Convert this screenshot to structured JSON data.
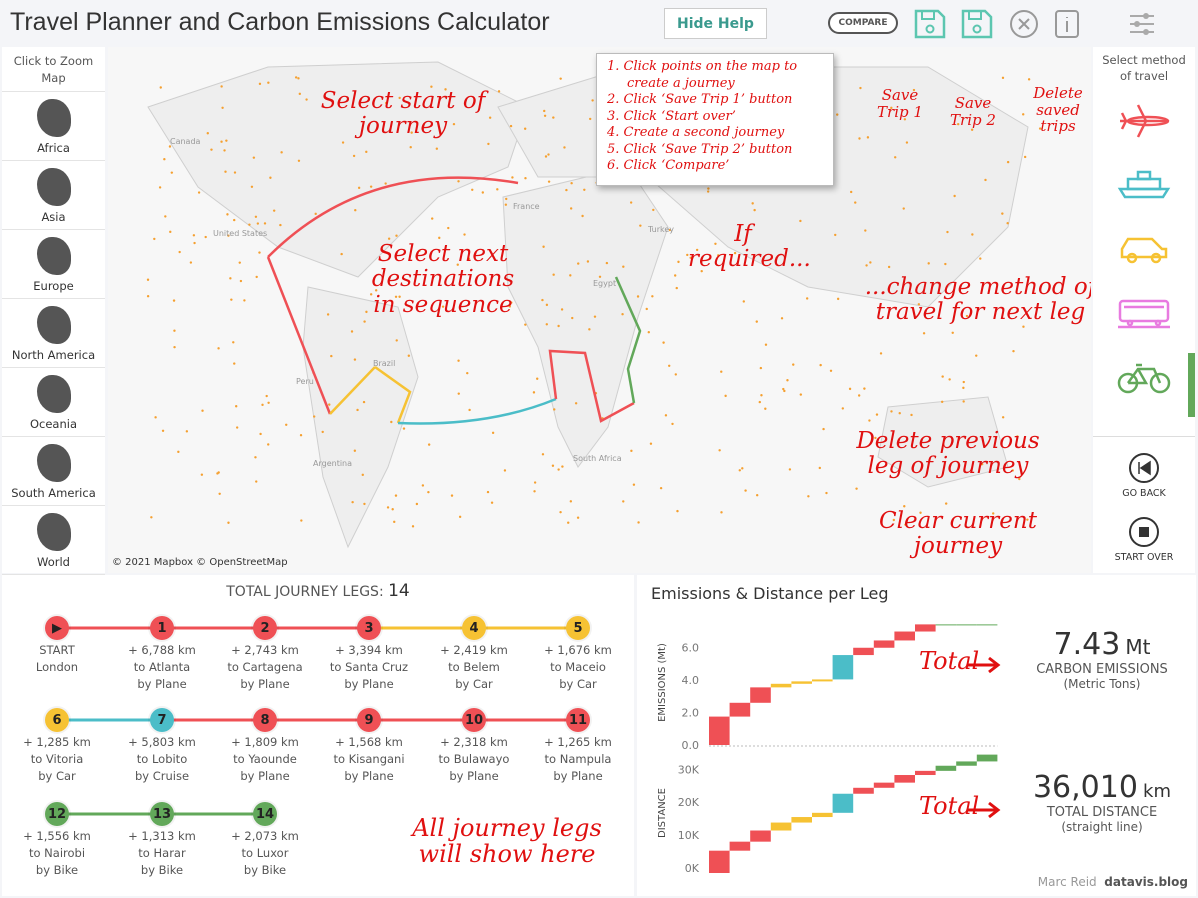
{
  "header": {
    "title": "Travel Planner and Carbon Emissions Calculator",
    "hide_help": "Hide Help",
    "compare": "COMPARE"
  },
  "help": {
    "steps": [
      "1. Click points on the map to",
      "create a journey",
      "2. Click ‘Save Trip 1’ button",
      "3. Click ‘Start over’",
      "4. Create a second journey",
      "5. Click ‘Save Trip 2’ button",
      "6. Click ‘Compare’"
    ]
  },
  "annotations": {
    "save1": "Save Trip 1",
    "save2": "Save Trip 2",
    "delete": "Delete saved trips",
    "start": "Select start of journey",
    "next": "Select next destinations in sequence",
    "ifreq": "If required...",
    "change": "...change method of travel for next leg",
    "goback": "Delete previous leg of journey",
    "clear": "Clear current journey",
    "legs": "All journey legs will show here",
    "total": "Total"
  },
  "zoom": {
    "label": "Click to Zoom Map",
    "items": [
      "Africa",
      "Asia",
      "Europe",
      "North America",
      "Oceania",
      "South America",
      "World"
    ]
  },
  "map": {
    "attribution": "© 2021 Mapbox © OpenStreetMap",
    "labels": [
      "Canada",
      "United States",
      "Brazil",
      "Peru",
      "Argentina",
      "Egypt",
      "South Africa",
      "France",
      "Turkey"
    ]
  },
  "travel": {
    "label": "Select method of travel",
    "modes": [
      "plane",
      "cruise",
      "car",
      "train",
      "bike"
    ],
    "selected": "bike",
    "go_back": "GO BACK",
    "start_over": "START OVER"
  },
  "colors": {
    "plane": "#ef5055",
    "car": "#f6c233",
    "cruise": "#4bbdc8",
    "bike": "#62a85a",
    "train": "#e87be0"
  },
  "legs": {
    "title": "TOTAL JOURNEY LEGS:",
    "count": "14",
    "items": [
      {
        "n": "▶",
        "km": "START",
        "to": "London",
        "by": "",
        "mode": "plane"
      },
      {
        "n": "1",
        "km": "+ 6,788 km",
        "to": "to Atlanta",
        "by": "by Plane",
        "mode": "plane"
      },
      {
        "n": "2",
        "km": "+ 2,743 km",
        "to": "to Cartagena",
        "by": "by Plane",
        "mode": "plane"
      },
      {
        "n": "3",
        "km": "+ 3,394 km",
        "to": "to Santa Cruz",
        "by": "by Plane",
        "mode": "plane"
      },
      {
        "n": "4",
        "km": "+ 2,419 km",
        "to": "to Belem",
        "by": "by Car",
        "mode": "car"
      },
      {
        "n": "5",
        "km": "+ 1,676 km",
        "to": "to Maceio",
        "by": "by Car",
        "mode": "car"
      },
      {
        "n": "6",
        "km": "+ 1,285 km",
        "to": "to Vitoria",
        "by": "by Car",
        "mode": "car"
      },
      {
        "n": "7",
        "km": "+ 5,803 km",
        "to": "to Lobito",
        "by": "by Cruise",
        "mode": "cruise"
      },
      {
        "n": "8",
        "km": "+ 1,809 km",
        "to": "to Yaounde",
        "by": "by Plane",
        "mode": "plane"
      },
      {
        "n": "9",
        "km": "+ 1,568 km",
        "to": "to Kisangani",
        "by": "by Plane",
        "mode": "plane"
      },
      {
        "n": "10",
        "km": "+ 2,318 km",
        "to": "to Bulawayo",
        "by": "by Plane",
        "mode": "plane"
      },
      {
        "n": "11",
        "km": "+ 1,265 km",
        "to": "to Nampula",
        "by": "by Plane",
        "mode": "plane"
      },
      {
        "n": "12",
        "km": "+ 1,556 km",
        "to": "to Nairobi",
        "by": "by Bike",
        "mode": "bike"
      },
      {
        "n": "13",
        "km": "+ 1,313 km",
        "to": "to Harar",
        "by": "by Bike",
        "mode": "bike"
      },
      {
        "n": "14",
        "km": "+ 2,073 km",
        "to": "to Luxor",
        "by": "by Bike",
        "mode": "bike"
      }
    ]
  },
  "chart_data": {
    "type": "bar",
    "title": "Emissions & Distance per Leg",
    "categories": [
      "1",
      "2",
      "3",
      "4",
      "5",
      "6",
      "7",
      "8",
      "9",
      "10",
      "11",
      "12",
      "13",
      "14"
    ],
    "modes": [
      "plane",
      "plane",
      "plane",
      "car",
      "car",
      "car",
      "cruise",
      "plane",
      "plane",
      "plane",
      "plane",
      "bike",
      "bike",
      "bike"
    ],
    "series": [
      {
        "name": "EMISSIONS (Mt)",
        "values": [
          1.75,
          0.85,
          0.95,
          0.22,
          0.15,
          0.12,
          1.5,
          0.45,
          0.45,
          0.55,
          0.44,
          0,
          0,
          0
        ],
        "ticks": [
          "0.0",
          "2.0",
          "4.0",
          "6.0"
        ]
      },
      {
        "name": "DISTANCE",
        "values": [
          6788,
          2743,
          3394,
          2419,
          1676,
          1285,
          5803,
          1809,
          1568,
          2318,
          1265,
          1556,
          1313,
          2073
        ],
        "ticks": [
          "0K",
          "10K",
          "20K",
          "30K"
        ]
      }
    ]
  },
  "kpi": {
    "emissions": "7.43",
    "emissions_unit": "Mt",
    "emissions_label": "CARBON EMISSIONS",
    "emissions_sub": "(Metric Tons)",
    "distance": "36,010",
    "distance_unit": "km",
    "distance_label": "TOTAL DISTANCE",
    "distance_sub": "(straight line)"
  },
  "footer": {
    "author": "Marc Reid",
    "site": "datavis.blog"
  }
}
